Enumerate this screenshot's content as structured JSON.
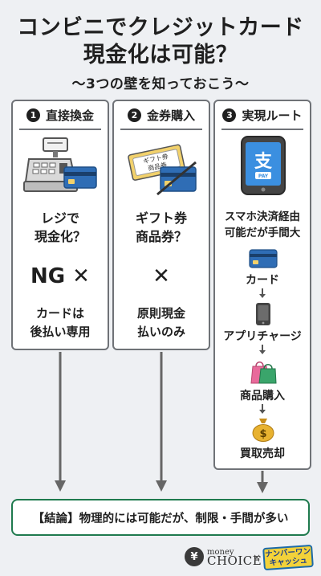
{
  "title": {
    "line1": "コンビニでクレジットカード",
    "line2": "現金化は可能？",
    "subtitle": "〜3つの壁を知っておこう〜"
  },
  "columns": [
    {
      "number": "1",
      "heading": "直接換金",
      "question_l1": "レジで",
      "question_l2": "現金化？",
      "verdict": "NG ✕",
      "note_l1": "カードは",
      "note_l2": "後払い専用"
    },
    {
      "number": "2",
      "heading": "金券購入",
      "card_text_l1": "ギフト券",
      "card_text_l2": "商品券",
      "question_l1": "ギフト券",
      "question_l2": "商品券？",
      "verdict": "✕",
      "note_l1": "原則現金",
      "note_l2": "払いのみ"
    },
    {
      "number": "3",
      "heading": "実現ルート",
      "app_glyph": "支",
      "app_pay": "PAY",
      "route_l1": "スマホ決済経由",
      "route_l2": "可能だが手間大",
      "steps": [
        "カード",
        "アプリチャージ",
        "商品購入",
        "買取売却"
      ],
      "coin_glyph": "$"
    }
  ],
  "conclusion": "【結論】物理的には可能だが、制限・手間が多い",
  "footer": {
    "yen": "¥",
    "brand_small": "money",
    "brand_big": "CHOICE",
    "times": "×",
    "partner_l1": "ナンバーワン",
    "partner_l2": "キャッシュ"
  },
  "colors": {
    "border": "#6f7277",
    "conclusion_border": "#1f7a4e",
    "card_blue": "#2f6db5",
    "ticket_yellow": "#f2d16b",
    "bag_green": "#3aa56b",
    "coin_gold": "#e8b230"
  }
}
